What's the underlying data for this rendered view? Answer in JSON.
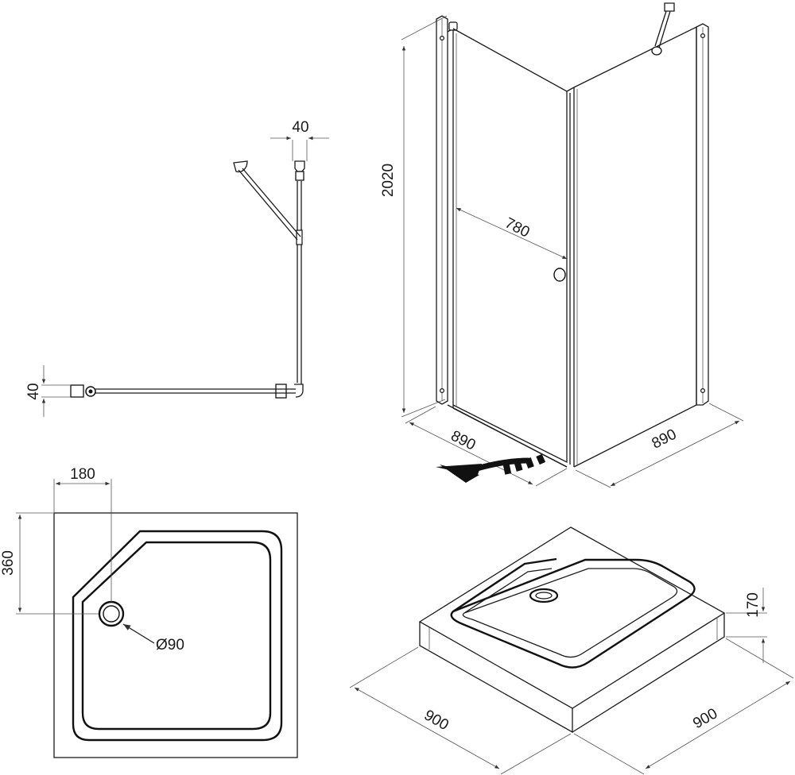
{
  "plan_view": {
    "depth_label": "40",
    "width_label": "40"
  },
  "enclosure": {
    "height_label": "2020",
    "door_label": "780",
    "left_side_label": "890",
    "right_side_label": "890"
  },
  "tray_plan": {
    "drain_offset_x_label": "180",
    "drain_offset_y_label": "360",
    "drain_diameter_label": "Ø90"
  },
  "tray_iso": {
    "height_label": "170",
    "left_side_label": "900",
    "right_side_label": "900"
  }
}
